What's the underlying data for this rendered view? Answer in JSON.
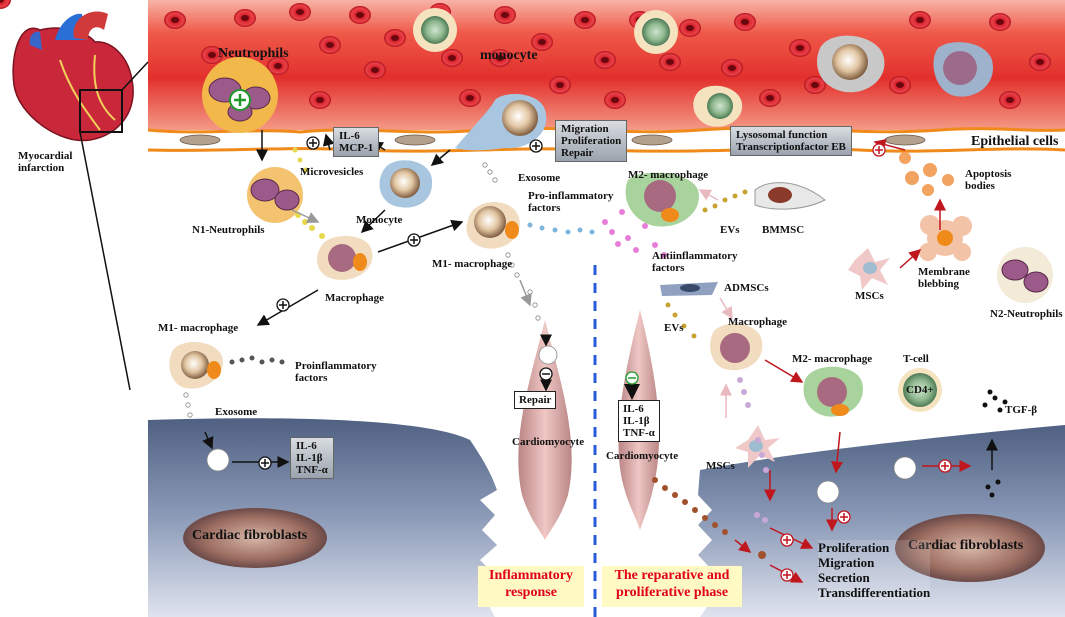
{
  "labels": {
    "myocardial_infarction": [
      "Myocardial",
      "infarction"
    ],
    "neutrophils": "Neutrophils",
    "monocyte_vessel": "monocyte",
    "microvesicles": "Microvesicles",
    "monocyte": "Monocyte",
    "n1_neutrophils": "N1-Neutrophils",
    "macrophage": "Macrophage",
    "m1_macrophage_left": "M1- macrophage",
    "proinflammatory_factors_left": [
      "Proinflammatory",
      "factors"
    ],
    "exosome_left": "Exosome",
    "m1_macrophage_center": "M1- macrophage",
    "exosome_center": "Exosome",
    "pro_inflammatory_factors": [
      "Pro-inflammatory",
      "factors"
    ],
    "cardiomyocyte_center": "Cardiomyocyte",
    "m2_macrophage_top": "M2- macrophage",
    "evs_top": "EVs",
    "bmmsc": "BMMSC",
    "antiinflammatory_factors": [
      "Antiinflammatory",
      "factors"
    ],
    "admscs": "ADMSCs",
    "evs_mid": "EVs",
    "macrophage_right": "Macrophage",
    "cardiomyocyte_right": "Cardiomyocyte",
    "mscs_lower": "MSCs",
    "m2_macrophage_right": "M2- macrophage",
    "t_cell": "T-cell",
    "cd4": "CD4+",
    "tgf_beta": "TGF-β",
    "epithelial_cells": "Epithelial cells",
    "apoptosis_bodies": [
      "Apoptosis",
      "bodies"
    ],
    "mscs_right": "MSCs",
    "membrane_blebbing": [
      "Membrane",
      "blebbing"
    ],
    "n2_neutrophils": "N2-Neutrophils",
    "cardiac_fibroblasts_left": "Cardiac fibroblasts",
    "cardiac_fibroblasts_right": "Cardiac fibroblasts"
  },
  "boxes": {
    "il6_mcp1": [
      "IL-6",
      "MCP-1"
    ],
    "migration": [
      "Migration",
      "Proliferation",
      "Repair"
    ],
    "lysosomal": [
      "Lysosomal function",
      "Transcriptionfactor EB"
    ],
    "cytokines_left": [
      "IL-6",
      "IL-1β",
      "TNF-α"
    ],
    "repair": "Repair",
    "cytokines_right": [
      "IL-6",
      "IL-1β",
      "TNF-α"
    ],
    "outcomes": [
      "Proliferation",
      "Migration",
      "Secretion",
      "Transdifferentiation"
    ]
  },
  "phases": {
    "inflammatory": [
      "Inflammatory",
      "response"
    ],
    "reparative": [
      "The reparative and",
      "proliferative phase"
    ]
  },
  "colors": {
    "vessel_red": "#e83a35",
    "endothelium_orange": "#f08a1a",
    "fibroblast_blue": "#7f93b3",
    "phase_label_red": "#e0001b",
    "phase_label_bg": "#fff9c4",
    "divider_blue": "#2a5bd7",
    "arrow_red": "#c0161e"
  }
}
